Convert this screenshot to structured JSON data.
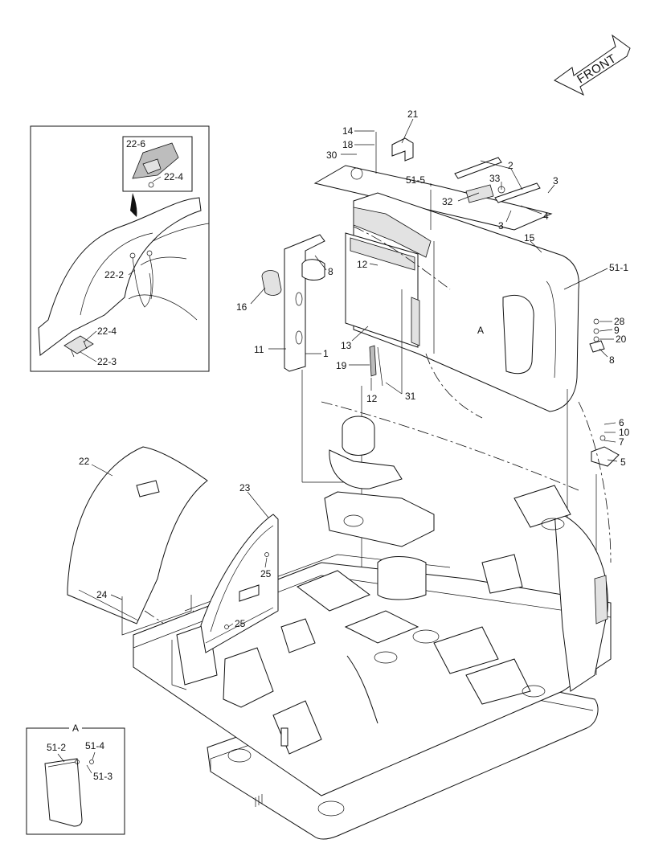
{
  "direction": {
    "label": "FRONT"
  },
  "inset_top_left": {
    "labels": [
      "22-6",
      "22-4",
      "22-2",
      "22-4",
      "22-3"
    ]
  },
  "inset_bottom_left": {
    "title": "A",
    "labels": [
      "51-2",
      "51-4",
      "51-3"
    ]
  },
  "detail_ref": "A",
  "callouts": [
    {
      "id": "c14",
      "text": "14"
    },
    {
      "id": "c18",
      "text": "18"
    },
    {
      "id": "c30",
      "text": "30"
    },
    {
      "id": "c21",
      "text": "21"
    },
    {
      "id": "c51_5",
      "text": "51-5"
    },
    {
      "id": "c2",
      "text": "2"
    },
    {
      "id": "c33",
      "text": "33"
    },
    {
      "id": "c32",
      "text": "32"
    },
    {
      "id": "c3a",
      "text": "3"
    },
    {
      "id": "c3b",
      "text": "3"
    },
    {
      "id": "c4",
      "text": "4"
    },
    {
      "id": "c15",
      "text": "15"
    },
    {
      "id": "c51_1",
      "text": "51-1"
    },
    {
      "id": "c8a",
      "text": "8"
    },
    {
      "id": "c12a",
      "text": "12"
    },
    {
      "id": "c16",
      "text": "16"
    },
    {
      "id": "c11",
      "text": "11"
    },
    {
      "id": "c1",
      "text": "1"
    },
    {
      "id": "c13",
      "text": "13"
    },
    {
      "id": "c19",
      "text": "19"
    },
    {
      "id": "c12b",
      "text": "12"
    },
    {
      "id": "c31",
      "text": "31"
    },
    {
      "id": "c28",
      "text": "28"
    },
    {
      "id": "c9",
      "text": "9"
    },
    {
      "id": "c20",
      "text": "20"
    },
    {
      "id": "c8b",
      "text": "8"
    },
    {
      "id": "c6",
      "text": "6"
    },
    {
      "id": "c10",
      "text": "10"
    },
    {
      "id": "c7",
      "text": "7"
    },
    {
      "id": "c5",
      "text": "5"
    },
    {
      "id": "c22",
      "text": "22"
    },
    {
      "id": "c23",
      "text": "23"
    },
    {
      "id": "c25a",
      "text": "25"
    },
    {
      "id": "c24",
      "text": "24"
    },
    {
      "id": "c25b",
      "text": "25"
    }
  ]
}
